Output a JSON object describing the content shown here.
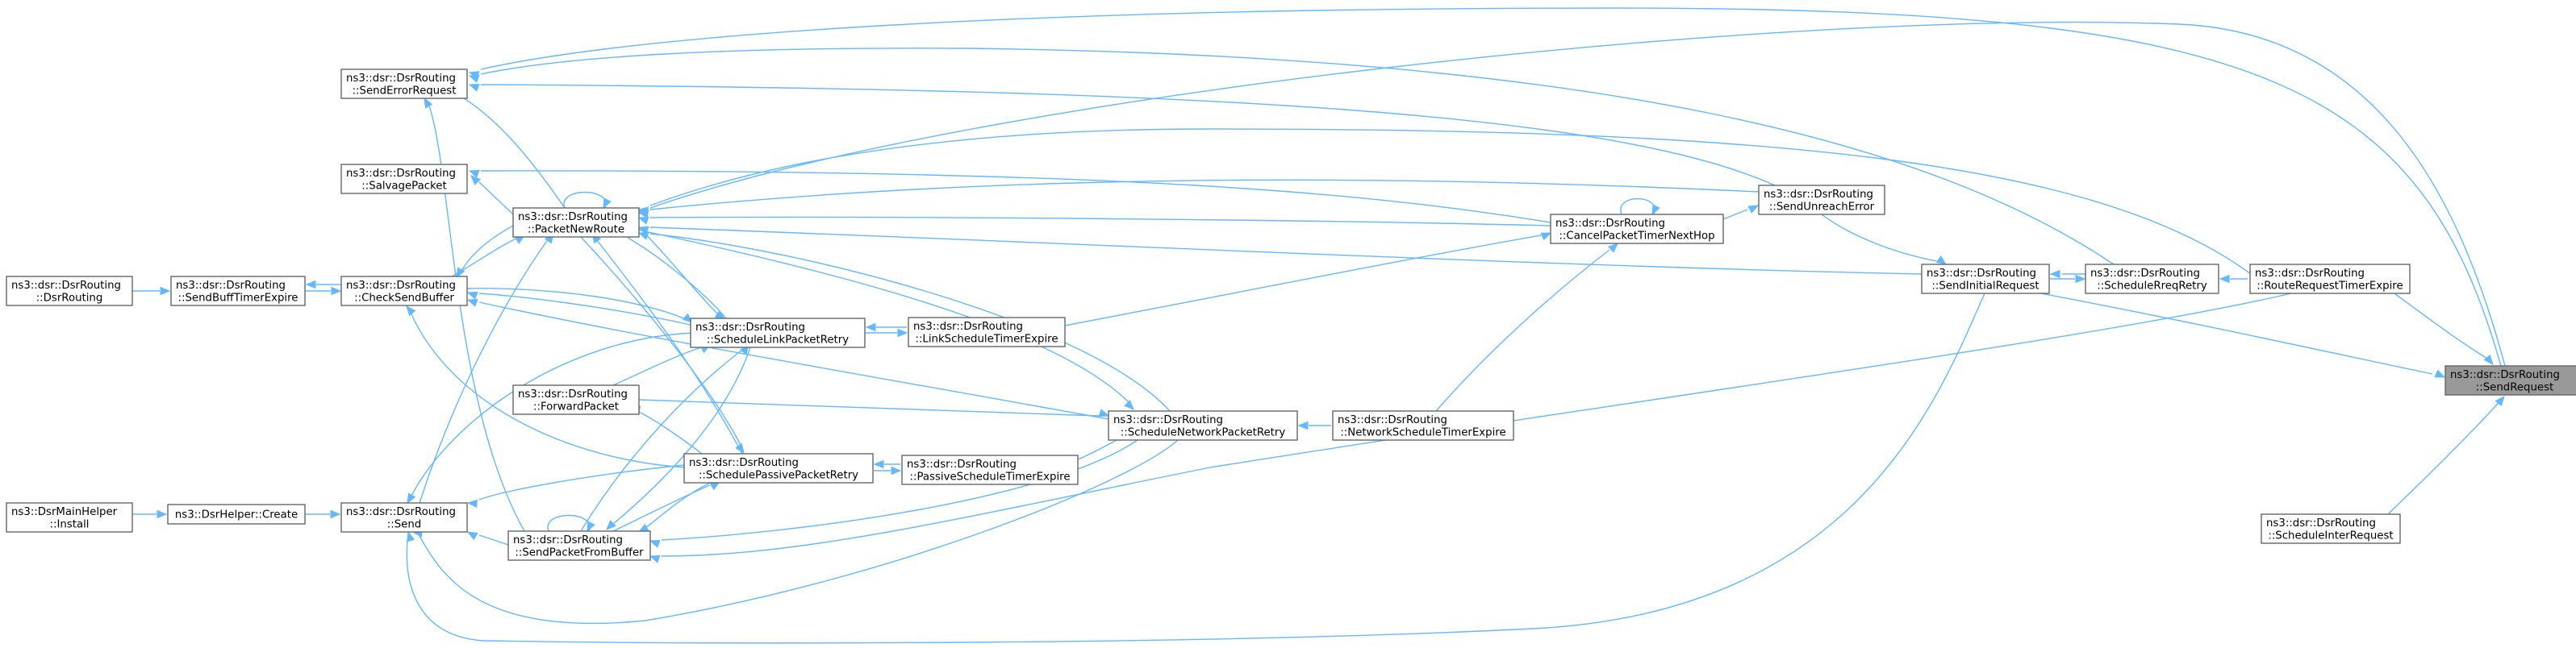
{
  "nodes": {
    "SendRequest": [
      "ns3::dsr::DsrRouting",
      "::SendRequest"
    ],
    "RouteRequestTimerExpire": [
      "ns3::dsr::DsrRouting",
      "::RouteRequestTimerExpire"
    ],
    "ScheduleInterRequest": [
      "ns3::dsr::DsrRouting",
      "::ScheduleInterRequest"
    ],
    "ScheduleRreqRetry": [
      "ns3::dsr::DsrRouting",
      "::ScheduleRreqRetry"
    ],
    "SendInitialRequest": [
      "ns3::dsr::DsrRouting",
      "::SendInitialRequest"
    ],
    "SendUnreachError": [
      "ns3::dsr::DsrRouting",
      "::SendUnreachError"
    ],
    "CancelPacketTimerNextHop": [
      "ns3::dsr::DsrRouting",
      "::CancelPacketTimerNextHop"
    ],
    "NetworkScheduleTimerExpire": [
      "ns3::dsr::DsrRouting",
      "::NetworkScheduleTimerExpire"
    ],
    "ScheduleNetworkPacketRetry": [
      "ns3::dsr::DsrRouting",
      "::ScheduleNetworkPacketRetry"
    ],
    "LinkScheduleTimerExpire": [
      "ns3::dsr::DsrRouting",
      "::LinkScheduleTimerExpire"
    ],
    "PassiveScheduleTimerExpire": [
      "ns3::dsr::DsrRouting",
      "::PassiveScheduleTimerExpire"
    ],
    "ScheduleLinkPacketRetry": [
      "ns3::dsr::DsrRouting",
      "::ScheduleLinkPacketRetry"
    ],
    "SchedulePassivePacketRetry": [
      "ns3::dsr::DsrRouting",
      "::SchedulePassivePacketRetry"
    ],
    "ForwardPacket": [
      "ns3::dsr::DsrRouting",
      "::ForwardPacket"
    ],
    "SendPacketFromBuffer": [
      "ns3::dsr::DsrRouting",
      "::SendPacketFromBuffer"
    ],
    "SendErrorRequest": [
      "ns3::dsr::DsrRouting",
      "::SendErrorRequest"
    ],
    "SalvagePacket": [
      "ns3::dsr::DsrRouting",
      "::SalvagePacket"
    ],
    "PacketNewRoute": [
      "ns3::dsr::DsrRouting",
      "::PacketNewRoute"
    ],
    "CheckSendBuffer": [
      "ns3::dsr::DsrRouting",
      "::CheckSendBuffer"
    ],
    "Send": [
      "ns3::dsr::DsrRouting",
      "::Send"
    ],
    "SendBuffTimerExpire": [
      "ns3::dsr::DsrRouting",
      "::SendBuffTimerExpire"
    ],
    "DsrRouting": [
      "ns3::dsr::DsrRouting",
      "::DsrRouting"
    ],
    "HelperCreate": [
      "ns3::DsrHelper::Create"
    ],
    "MainHelperInstall": [
      "ns3::DsrMainHelper",
      "::Install"
    ]
  }
}
